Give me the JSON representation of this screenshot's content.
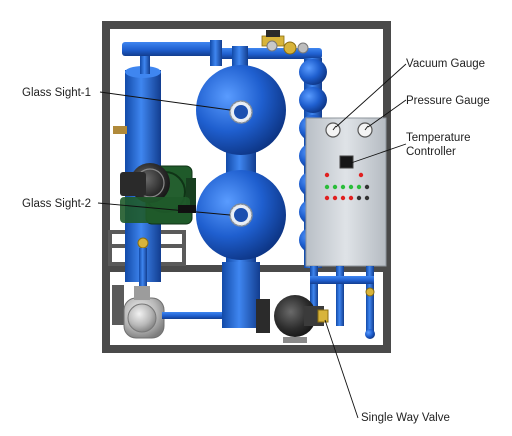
{
  "labels": {
    "vacuum_gauge": "Vacuum Gauge",
    "pressure_gauge": "Pressure Gauge",
    "temperature_controller_line1": "Temperature",
    "temperature_controller_line2": "Controller",
    "glass_sight_1": "Glass Sight-1",
    "glass_sight_2": "Glass Sight-2",
    "single_way_valve": "Single Way Valve"
  },
  "colors": {
    "frame": "#4a4a4a",
    "vessel_blue": "#1f5fcf",
    "vessel_blue_dark": "#123d8f",
    "motor_green": "#1f5a2a",
    "cabinet_gray": "#c9ced3",
    "valve_yellow": "#d8b43a",
    "light_red": "#e02020",
    "light_green": "#2bbd3a"
  }
}
